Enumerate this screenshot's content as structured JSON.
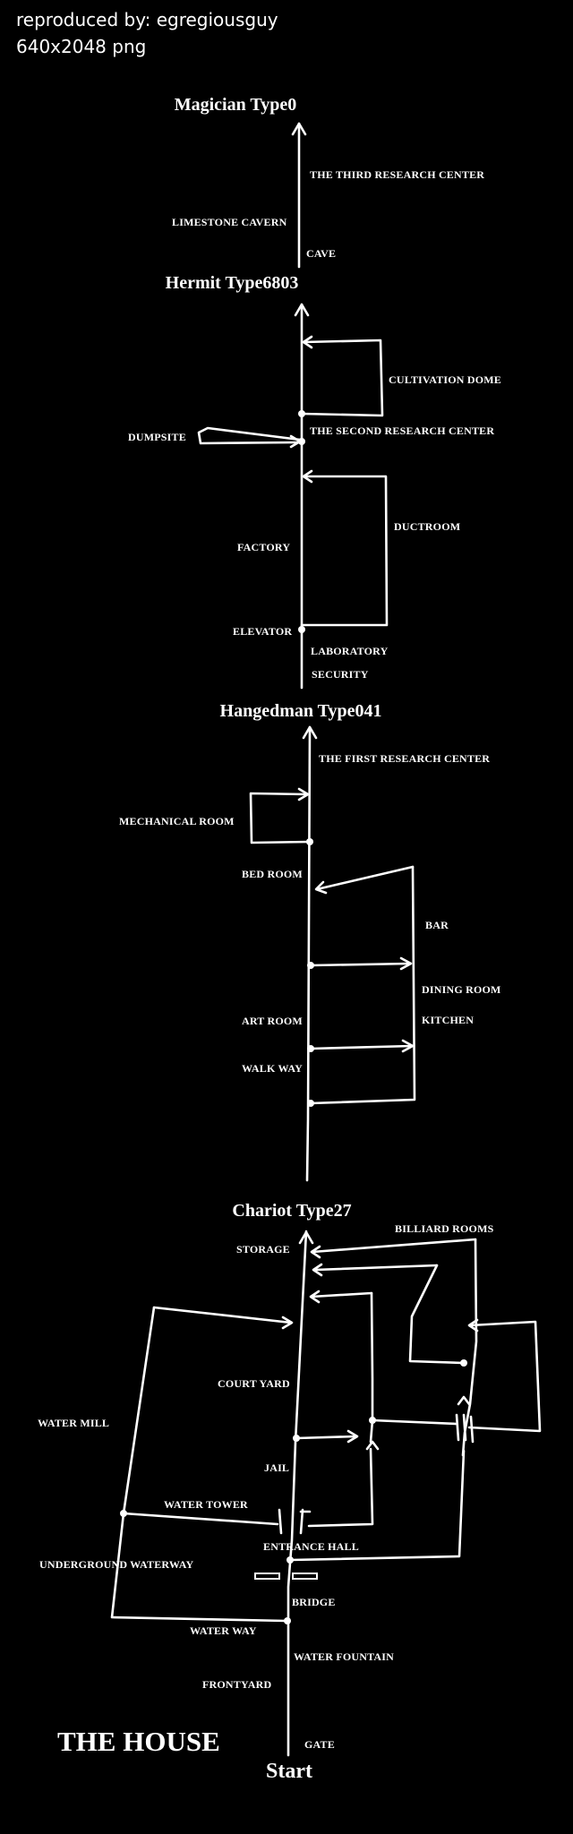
{
  "header": {
    "credit": "reproduced by: egregiousguy",
    "format": "640x2048 png"
  },
  "sections": {
    "magician": {
      "title": "Magician Type0",
      "rooms": {
        "third_research_center": "THE THIRD RESEARCH CENTER",
        "limestone_cavern": "LIMESTONE CAVERN",
        "cave": "CAVE"
      }
    },
    "hermit": {
      "title": "Hermit Type6803",
      "rooms": {
        "cultivation_dome": "CULTIVATION DOME",
        "dumpsite": "DUMPSITE",
        "second_research_center": "THE SECOND RESEARCH CENTER",
        "ductroom": "DUCTROOM",
        "factory": "FACTORY",
        "elevator": "ELEVATOR",
        "laboratory": "LABORATORY",
        "security": "SECURITY"
      }
    },
    "hangedman": {
      "title": "Hangedman Type041",
      "rooms": {
        "first_research_center": "THE FIRST RESEARCH CENTER",
        "mechanical_room": "MECHANICAL ROOM",
        "bed_room": "BED ROOM",
        "bar": "BAR",
        "dining_room": "DINING ROOM",
        "art_room": "ART ROOM",
        "kitchen": "KITCHEN",
        "walk_way": "WALK WAY"
      }
    },
    "chariot": {
      "title": "Chariot Type27",
      "rooms": {
        "billiard_rooms": "BILLIARD ROOMS",
        "storage": "STORAGE",
        "court_yard": "COURT YARD",
        "water_mill": "WATER MILL",
        "jail": "JAIL",
        "water_tower": "WATER TOWER",
        "entrance_hall": "ENTRANCE HALL",
        "underground_waterway": "UNDERGROUND WATERWAY",
        "bridge": "BRIDGE",
        "water_way": "WATER WAY",
        "water_fountain": "WATER FOUNTAIN",
        "frontyard": "FRONTYARD",
        "gate": "GATE"
      }
    }
  },
  "footer": {
    "house_title": "THE HOUSE",
    "start": "Start"
  },
  "colors": {
    "background": "#000000",
    "foreground": "#ffffff"
  }
}
